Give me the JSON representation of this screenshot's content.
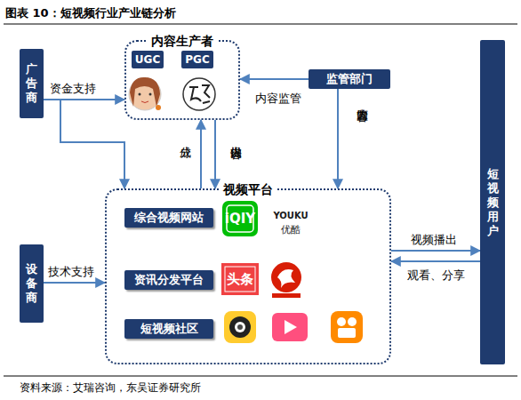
{
  "diagram": {
    "title": "图表 10：短视频行业产业链分析",
    "caption": "资料来源：艾瑞咨询，东吴证券研究所",
    "nodes": [
      {
        "text": [
          "广告商"
        ]
      },
      {
        "text": [
          "内容生产者"
        ]
      },
      {
        "text": [
          "UGC"
        ],
        "in": 1
      },
      {
        "text": [
          "PGC"
        ],
        "in": 1
      },
      {
        "text": [
          "监管部门"
        ]
      },
      {
        "text": [
          "短视频用户"
        ]
      },
      {
        "text": [
          "视频平台"
        ]
      },
      {
        "text": [
          "设备商"
        ]
      },
      {
        "text": [
          "综合视频网站"
        ],
        "in": 6
      },
      {
        "text": [
          "资讯分发平台"
        ],
        "in": 6
      },
      {
        "text": [
          "短视频社区"
        ],
        "in": 6
      }
    ],
    "edges": [
      {
        "from": 0,
        "to": 1,
        "label": "资金支持",
        "arrow": "to"
      },
      {
        "from": 0,
        "to": 6,
        "arrow": "to"
      },
      {
        "from": 4,
        "to": 1,
        "label": "内容监管",
        "arrow": "to"
      },
      {
        "from": 4,
        "to": 6,
        "label": "内容监管",
        "arrow": "to"
      },
      {
        "from": 6,
        "to": 1,
        "label": "分成",
        "arrow": "to"
      },
      {
        "from": 1,
        "to": 6,
        "label": "提供内容",
        "arrow": "to"
      },
      {
        "from": 7,
        "to": 6,
        "label": "技术支持",
        "arrow": "to"
      },
      {
        "from": 6,
        "to": 5,
        "label": "视频播出",
        "arrow": "to"
      },
      {
        "from": 5,
        "to": 6,
        "label": "观看、分享",
        "arrow": "to"
      }
    ],
    "labels": [
      "iQIY",
      "YOUKU",
      "优酷",
      "头条"
    ]
  }
}
